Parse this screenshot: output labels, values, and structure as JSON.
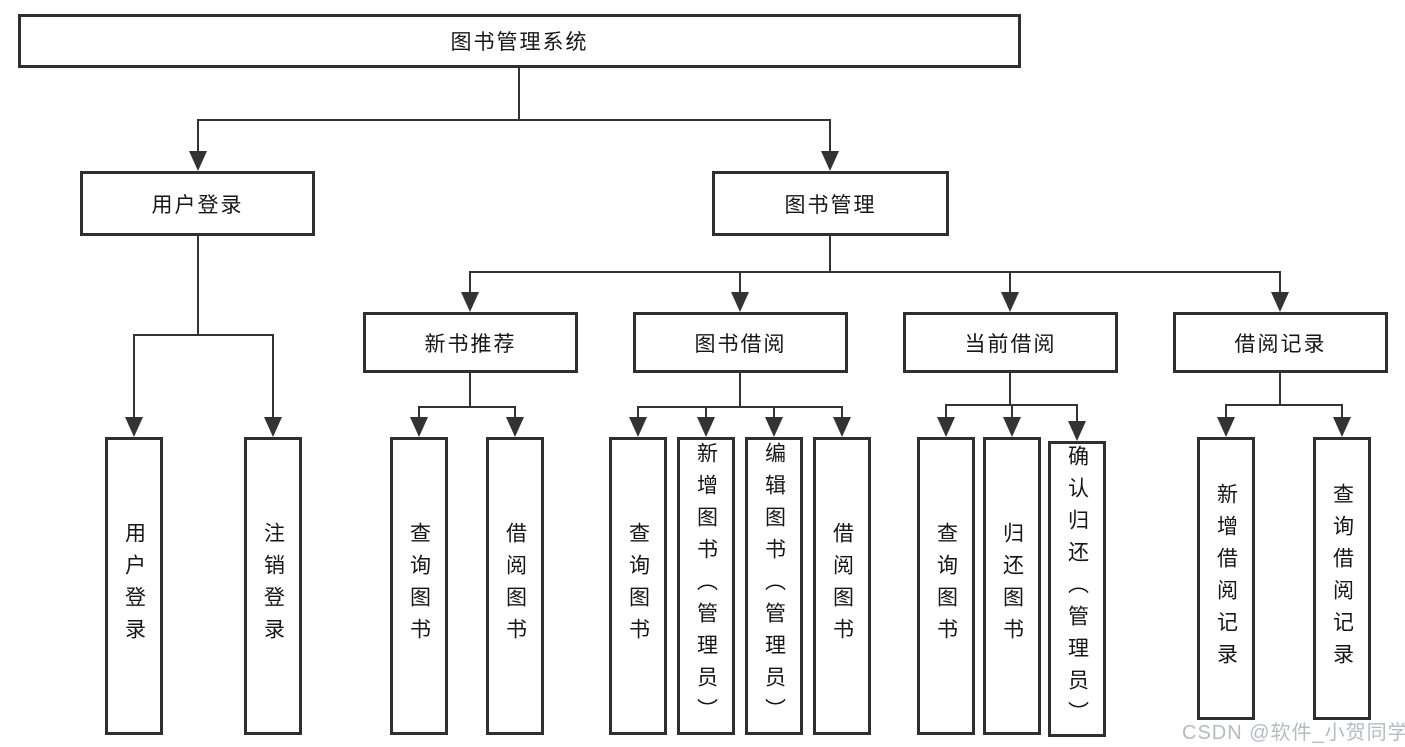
{
  "diagram": {
    "root": {
      "label": "图书管理系统"
    },
    "level2": [
      {
        "label": "用户登录",
        "parent": "图书管理系统"
      },
      {
        "label": "图书管理",
        "parent": "图书管理系统"
      }
    ],
    "level3": [
      {
        "label": "新书推荐",
        "parent": "图书管理"
      },
      {
        "label": "图书借阅",
        "parent": "图书管理"
      },
      {
        "label": "当前借阅",
        "parent": "图书管理"
      },
      {
        "label": "借阅记录",
        "parent": "图书管理"
      }
    ],
    "leaves": [
      {
        "label": "用户登录",
        "parent": "用户登录"
      },
      {
        "label": "注销登录",
        "parent": "用户登录"
      },
      {
        "label": "查询图书",
        "parent": "新书推荐"
      },
      {
        "label": "借阅图书",
        "parent": "新书推荐"
      },
      {
        "label": "查询图书",
        "parent": "图书借阅"
      },
      {
        "label": "新增图书（管理员）",
        "parent": "图书借阅"
      },
      {
        "label": "编辑图书（管理员）",
        "parent": "图书借阅"
      },
      {
        "label": "借阅图书",
        "parent": "图书借阅"
      },
      {
        "label": "查询图书",
        "parent": "当前借阅"
      },
      {
        "label": "归还图书",
        "parent": "当前借阅"
      },
      {
        "label": "确认归还（管理员）",
        "parent": "当前借阅"
      },
      {
        "label": "新增借阅记录",
        "parent": "借阅记录"
      },
      {
        "label": "查询借阅记录",
        "parent": "借阅记录"
      }
    ]
  },
  "watermark": {
    "text": "CSDN @软件_小贺同学"
  },
  "colors": {
    "background": "#ffffff",
    "line": "#333333",
    "box_border": "#2f2f2f",
    "text": "#161616",
    "watermark": "#b6bac1"
  }
}
